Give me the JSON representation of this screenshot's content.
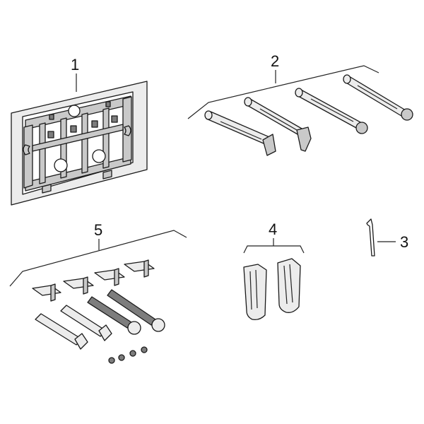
{
  "callouts": {
    "part1": "1",
    "part2": "2",
    "part3": "3",
    "part4": "4",
    "part5": "5"
  },
  "colors": {
    "line": "#1a1a1a",
    "fill_light": "#ececec",
    "fill_mid": "#c9c9c9",
    "fill_dark": "#7d7d7d",
    "background": "#ffffff"
  }
}
